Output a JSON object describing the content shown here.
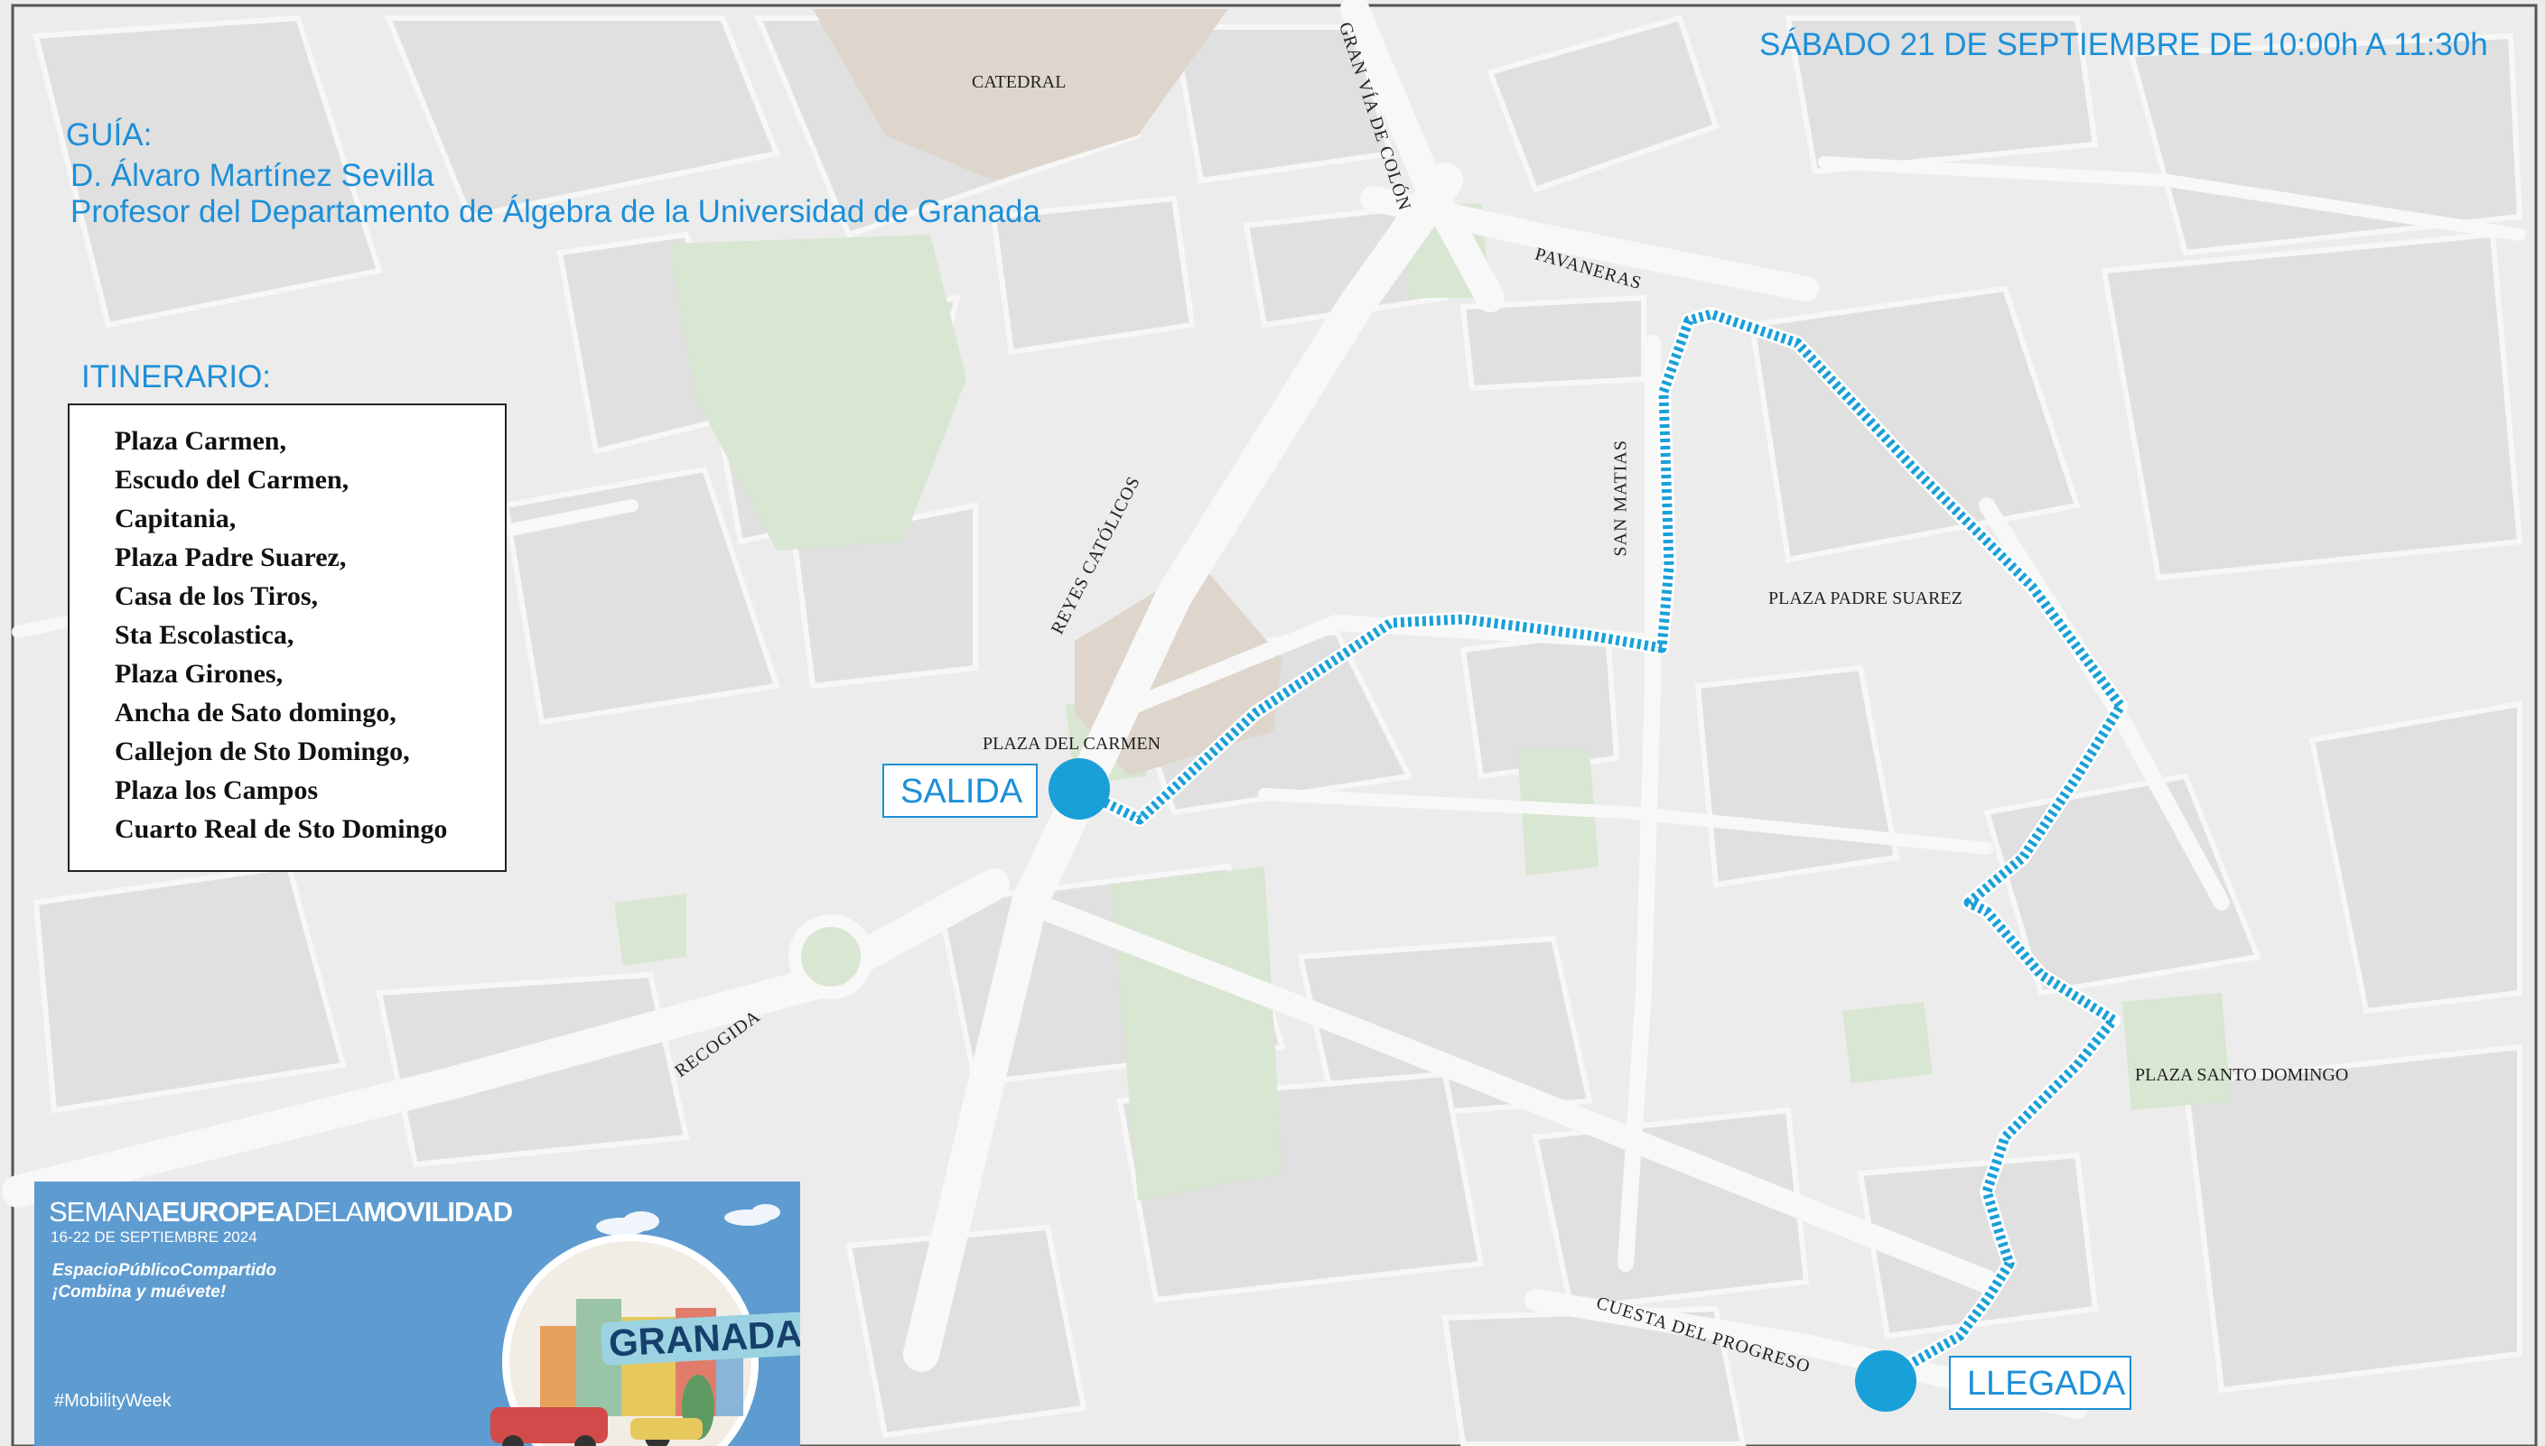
{
  "header": {
    "schedule": "SÁBADO 21  DE SEPTIEMBRE DE 10:00h A 11:30h"
  },
  "guide": {
    "heading": "GUÍA:",
    "name": "D. Álvaro Martínez Sevilla",
    "role": "Profesor del Departamento de Álgebra de la Universidad de Granada"
  },
  "itinerary": {
    "heading": "ITINERARIO:",
    "stops": [
      "Plaza Carmen,",
      "Escudo del Carmen,",
      "Capitania,",
      "Plaza Padre Suarez,",
      "Casa de los Tiros,",
      "Sta Escolastica,",
      "Plaza Girones,",
      "Ancha de Sato domingo,",
      "Callejon de Sto Domingo,",
      "Plaza los Campos",
      "Cuarto Real de Sto Domingo"
    ]
  },
  "map": {
    "route_color": "#1aa0d8",
    "streets": {
      "gran_via": "GRAN VÍA DE COLÓN",
      "pavaneras": "PAVANERAS",
      "san_matias": "SAN MATIAS",
      "reyes_catolicos": "REYES CATÓLICOS",
      "recogida": "RECOGIDA",
      "cuesta_progreso": "CUESTA DEL PROGRESO"
    },
    "places": {
      "catedral": "CATEDRAL",
      "plaza_carmen": "PLAZA DEL CARMEN",
      "plaza_padre_suarez": "PLAZA PADRE SUAREZ",
      "plaza_santo_domingo": "PLAZA SANTO DOMINGO"
    },
    "start_label": "SALIDA",
    "end_label": "LLEGADA"
  },
  "banner": {
    "title_part1": "SEMANA",
    "title_part2": "EUROPEA",
    "title_part3": "DELA",
    "title_part4": "MOVILIDAD",
    "dates": "16-22 DE SEPTIEMBRE 2024",
    "slogan_line1": "EspacioPúblicoCompartido",
    "slogan_line2": "¡Combina y muévete!",
    "hashtag": "#MobilityWeek",
    "city": "GRANADA"
  }
}
